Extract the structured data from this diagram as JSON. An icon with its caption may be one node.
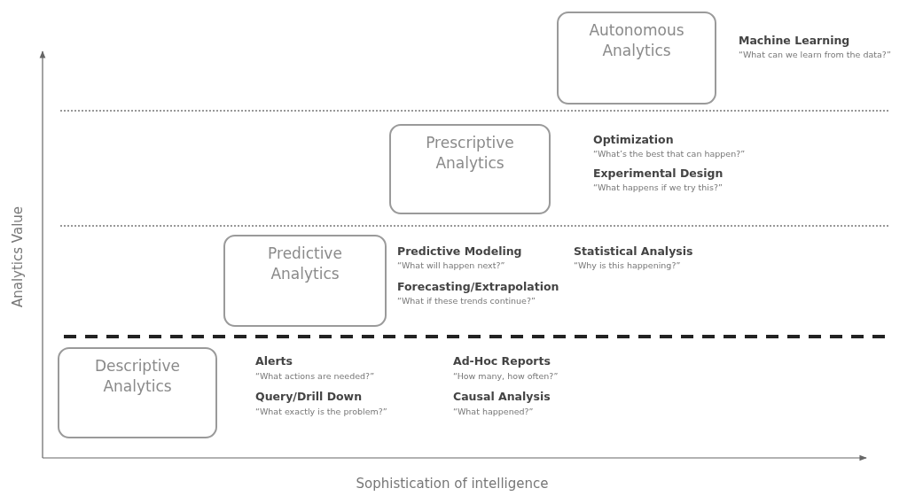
{
  "diagram": {
    "nodes": [
      {
        "text": [
          "Autonomous Analytics"
        ]
      },
      {
        "text": [
          "Prescriptive Analytics"
        ]
      },
      {
        "text": [
          "Predictive Analytics"
        ]
      },
      {
        "text": [
          "Descriptive Analytics"
        ]
      }
    ],
    "labels": [
      "Machine Learning",
      "“What can we learn from the data?”",
      "Optimization",
      "“What’s the best that can happen?”",
      "Experimental Design",
      "“What happens if we try this?”",
      "Analytics Value",
      "Predictive Modeling",
      "“What will happen next?”",
      "Statistical Analysis",
      "“Why is this happening?”",
      "Forecasting/Extrapolation",
      "“What if these trends continue?”",
      "Alerts",
      "“What actions are needed?”",
      "Ad-Hoc Reports",
      "“How many, how often?”",
      "Query/Drill Down",
      "“What exactly is the problem?”",
      "Causal Analysis",
      "“What  happened?”",
      "Sophistication of intelligence"
    ]
  }
}
